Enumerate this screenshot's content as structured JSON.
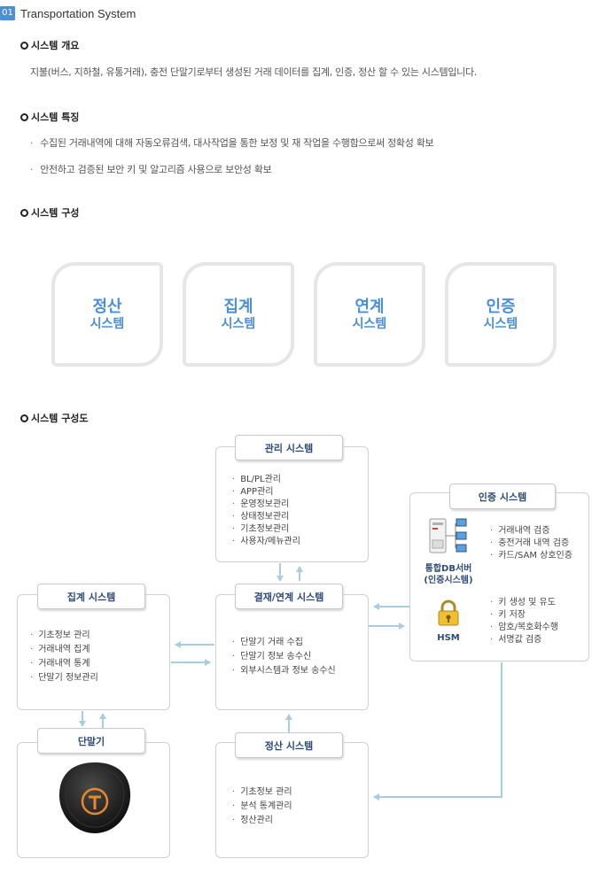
{
  "header": {
    "number": "01",
    "title": "Transportation System"
  },
  "sections": {
    "overview": {
      "title": "시스템 개요",
      "text": "지불(버스, 지하철, 유통거래), 충전 단말기로부터 생성된 거래 데이터를 집계, 인증, 정산 할 수 있는 시스템입니다."
    },
    "features": {
      "title": "시스템 특징",
      "items": [
        "수집된 거래내역에 대해 자동오류검색, 대사작업을 통한 보정 및 재 작업을 수행함으로써 정확성 확보",
        "안전하고 검증된 보안 키 및 알고리즘 사용으로 보안성 확보"
      ]
    },
    "composition": {
      "title": "시스템 구성"
    },
    "diagram": {
      "title": "시스템 구성도"
    }
  },
  "tiles": [
    {
      "line1": "정산",
      "line2": "시스템"
    },
    {
      "line1": "집계",
      "line2": "시스템"
    },
    {
      "line1": "연계",
      "line2": "시스템"
    },
    {
      "line1": "인증",
      "line2": "시스템"
    }
  ],
  "diagram": {
    "management": {
      "label": "관리 시스템",
      "items": [
        "BL/PL관리",
        "APP관리",
        "운영정보관리",
        "상태정보관리",
        "기초정보관리",
        "사용자/메뉴관리"
      ]
    },
    "auth": {
      "label": "인증 시스템",
      "server_items": [
        "거래내역 검증",
        "충전거래 내역 검증",
        "카드/SAM 상호인증"
      ],
      "server_caption1": "통합DB서버",
      "server_caption2": "(인증시스템)",
      "hsm_items": [
        "키 생성 및 유도",
        "키 저장",
        "암호/복호화수행",
        "서명값 검증"
      ],
      "hsm_caption": "HSM"
    },
    "aggregation": {
      "label": "집계 시스템",
      "items": [
        "기초정보 관리",
        "거래내역 집계",
        "거래내역 통계",
        "단말기 정보관리"
      ]
    },
    "payment": {
      "label": "결재/연계 시스템",
      "items": [
        "단말기 거래 수집",
        "단말기 정보 송수신",
        "외부시스템과 정보 송수신"
      ]
    },
    "terminal": {
      "label": "단말기"
    },
    "settlement": {
      "label": "정산 시스템",
      "items": [
        "기초정보 관리",
        "분석 통계관리",
        "정산관리"
      ]
    }
  },
  "colors": {
    "accent": "#4a8fd8",
    "arrow": "#a8cce0",
    "label_text": "#2c4a7a"
  }
}
